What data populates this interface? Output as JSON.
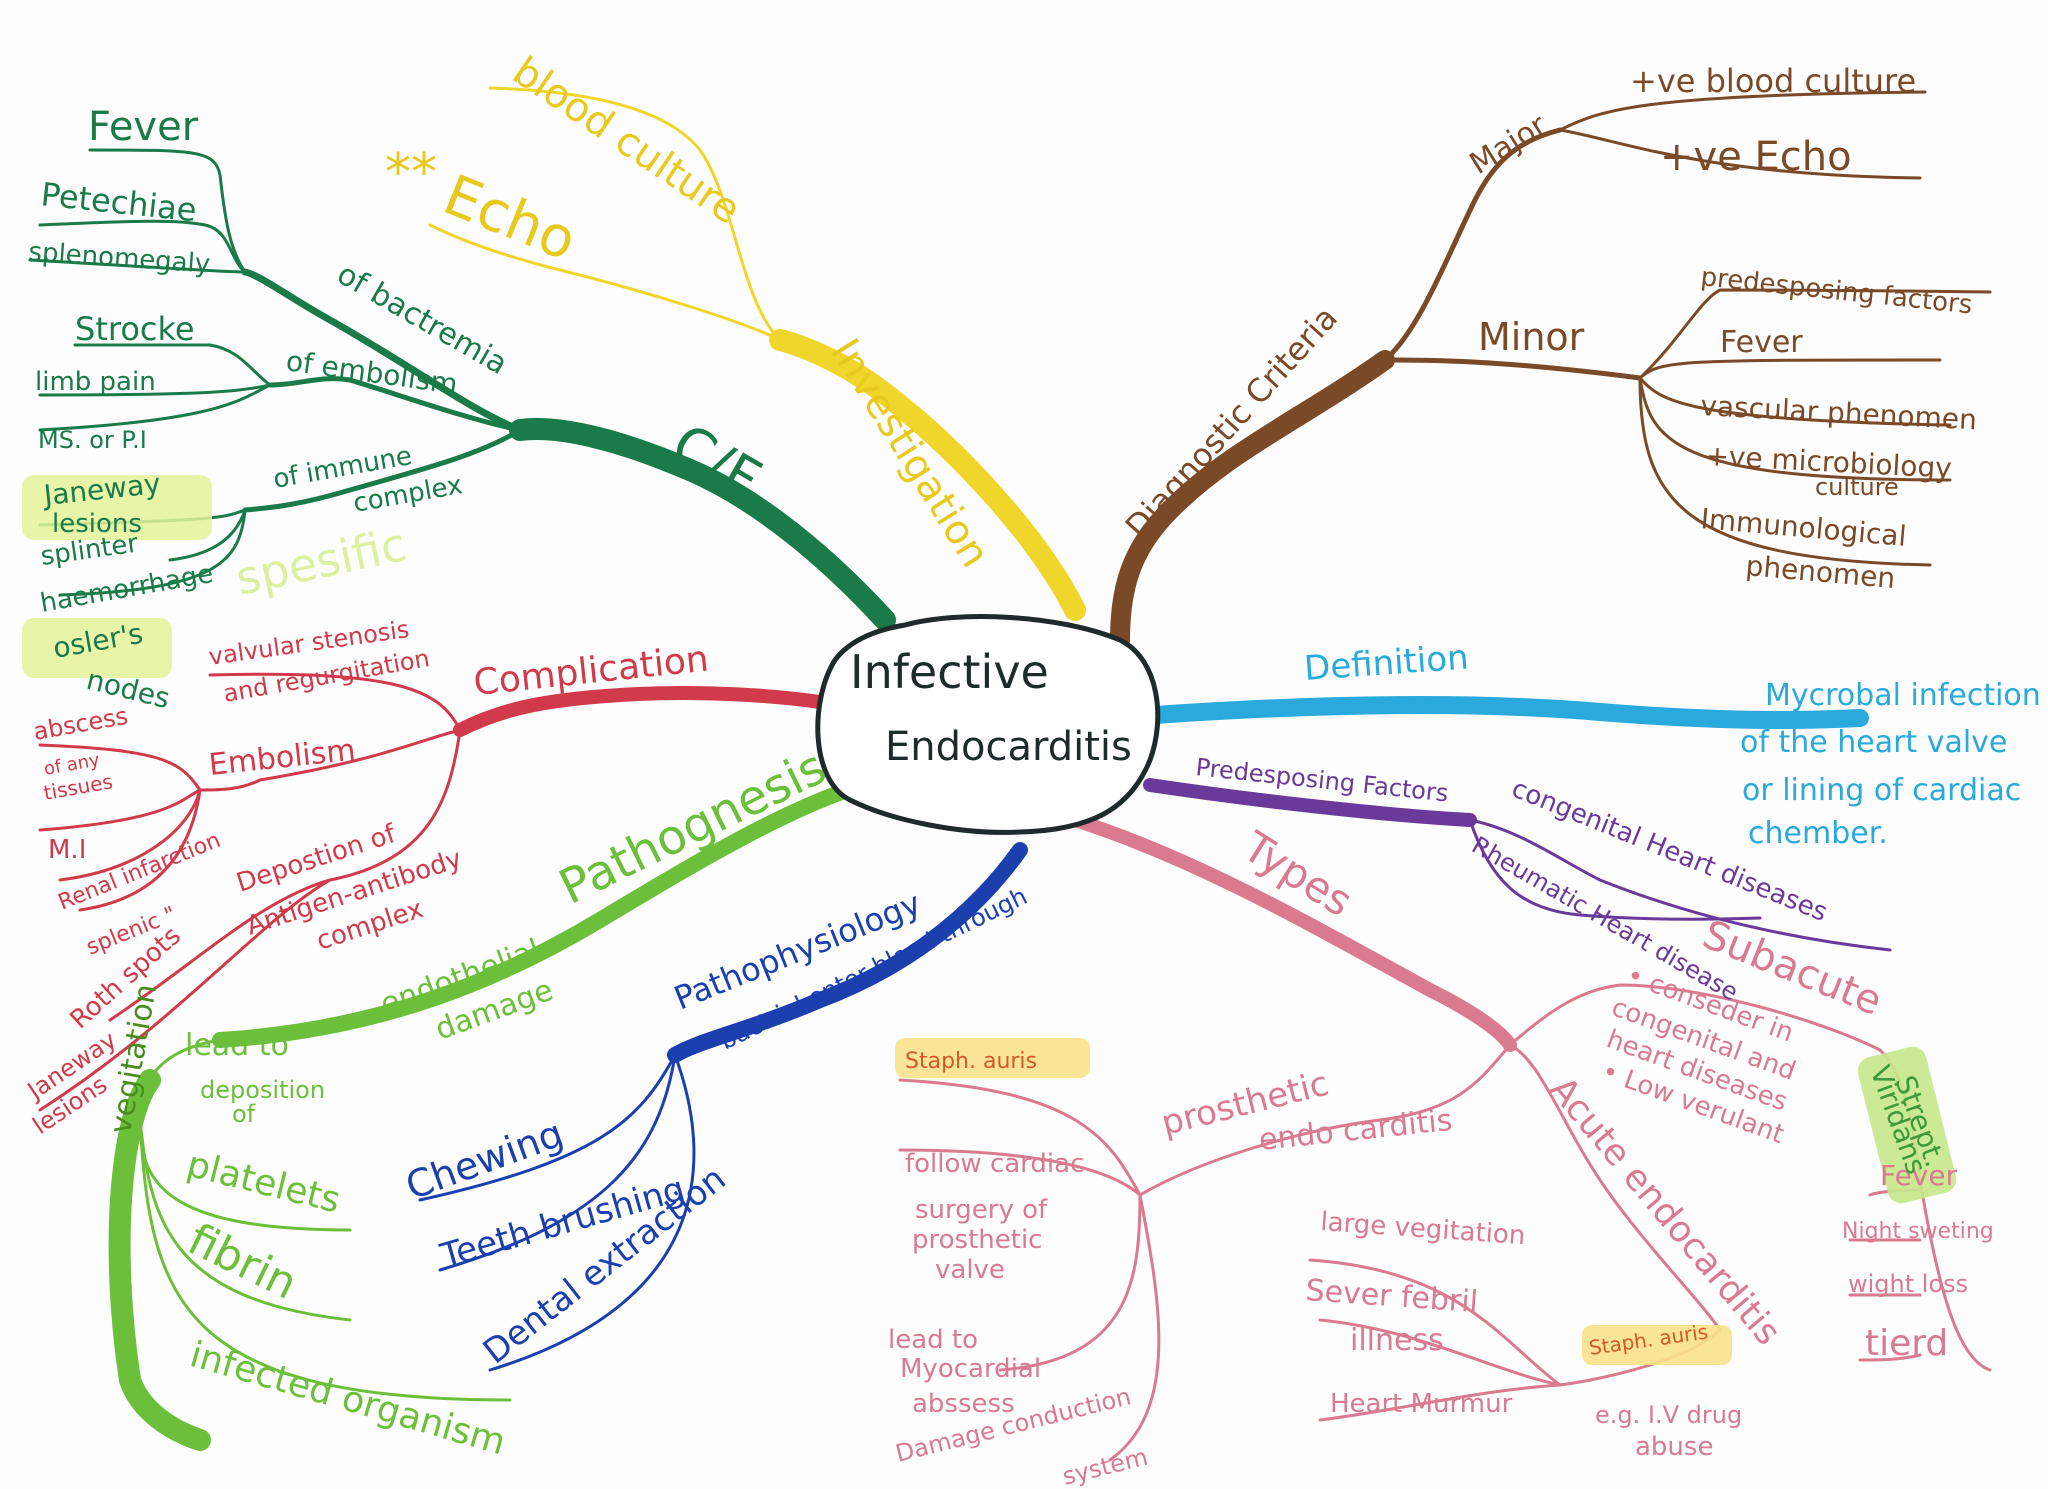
{
  "colors": {
    "cf": "#1a7a4a",
    "investigation": "#f0d52a",
    "diagnostic": "#7a4a28",
    "definition": "#29a9dc",
    "predisposing": "#6a3a9a",
    "types": "#d97a90",
    "pathophysiology": "#1c3fae",
    "pathogenesis": "#6cbf3a",
    "complication": "#d13a4a",
    "highlight_green": "#e4f39a",
    "highlight_orange": "#f8e28a",
    "center_stroke": "#202a2a"
  },
  "center": {
    "line1": "Infective",
    "line2": "Endocarditis"
  },
  "cf": {
    "title": "C/F",
    "bacteremia": "of bactremia",
    "embolism": "of embolism",
    "immune": "of immune",
    "immune2": "complex",
    "fever": "Fever",
    "petechiae": "Petechiae",
    "splenomegaly": "splenomegaly",
    "stroke": "Strocke",
    "limb": "limb pain",
    "ms": "MS. or P.I",
    "janeway": "Janeway",
    "janeway2": "lesions",
    "splinter": "splinter",
    "haemorrhage": "haemorrhage",
    "osler": "osler's",
    "osler2": "nodes",
    "specific": "spesific"
  },
  "investigation": {
    "title": "Investigation",
    "blood": "blood culture",
    "echo": "Echo",
    "stars": "**"
  },
  "diagnostic": {
    "title": "Diagnostic Criteria",
    "major": "Major",
    "minor": "Minor",
    "major_items": [
      "+ve blood culture",
      "+ve Echo"
    ],
    "minor_items": [
      "predesposing factors",
      "Fever",
      "vascular phenomen",
      "+ve microbiology",
      "culture",
      "Immunological",
      "phenomen"
    ]
  },
  "definition": {
    "title": "Definition",
    "text": [
      "Mycrobal infection",
      "of the heart valve",
      "or lining of cardiac",
      "chember."
    ]
  },
  "predisposing": {
    "title": "Predesposing Factors",
    "items": [
      "congenital Heart diseases",
      "Rheumatic Heart disease"
    ]
  },
  "types": {
    "title": "Types",
    "subacute": "Subacute",
    "subacute_items": [
      "• conseder in",
      "congenital and",
      "heart diseases",
      "• Low verulant"
    ],
    "strept": "Strept.",
    "viridans": "Viridans",
    "sub_symptoms": [
      "Fever",
      "Night sweting",
      "wight loss",
      "tierd"
    ],
    "acute": "Acute endocarditis",
    "acute_items": [
      "large vegitation",
      "Sever febril",
      "illness",
      "Heart Murmur"
    ],
    "staph_acute": "Staph. auris",
    "iv": "e.g. I.V drug",
    "abuse": "abuse",
    "prosthetic": "prosthetic",
    "endo": "endo carditis",
    "staph_prosthetic": "Staph. auris",
    "pros_items": [
      "follow cardiac",
      "surgery of",
      "prosthetic",
      "valve",
      "lead to",
      "Myocardial",
      "abssess",
      "Damage conduction",
      "system"
    ]
  },
  "pathophysiology": {
    "title": "Pathophysiology",
    "sub": "bactrial enter blood through",
    "items": [
      "Chewing",
      "Teeth brushing",
      "Dental extraction"
    ]
  },
  "pathogenesis": {
    "title": "Pathognesis",
    "endothelial": "endothelial",
    "damage": "damage",
    "lead": "lead to",
    "deposition": "deposition",
    "of": "of",
    "vegitation": "vegitation",
    "items": [
      "platelets",
      "fibrin",
      "infected organism"
    ]
  },
  "complication": {
    "title": "Complication",
    "valvular": "valvular stenosis",
    "valvular2": "and regurgitation",
    "embolism": "Embolism",
    "abscess": "abscess",
    "abscess2": "of any",
    "abscess3": "tissues",
    "mi": "M.I",
    "renal": "Renal infarction",
    "splenic": "splenic \"",
    "deposition": "Depostion of",
    "antigen": "Antigen-antibody",
    "complex": "complex",
    "roth": "Roth spots",
    "janeway": "Janeway",
    "janeway2": "lesions"
  }
}
